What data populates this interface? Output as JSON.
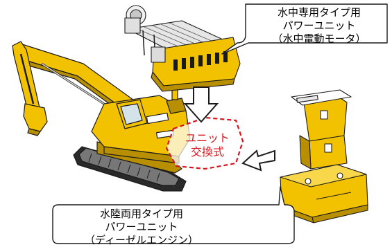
{
  "callout_top": {
    "line1": "水中専用タイプ用",
    "line2": "パワーユニット",
    "line3": "（水中電動モータ）"
  },
  "callout_bottom": {
    "line1": "水陸両用タイプ用",
    "line2": "パワーユニット",
    "line3": "（ディーゼルエンジン）"
  },
  "swap_label": {
    "line1": "ユニット",
    "line2": "交換式"
  },
  "colors": {
    "machine_yellow": "#f2c200",
    "machine_shadow": "#b88f00",
    "outline": "#1a1a1a",
    "swap_zone_red": "#d8141c",
    "arrow_fill": "#ffffff"
  }
}
